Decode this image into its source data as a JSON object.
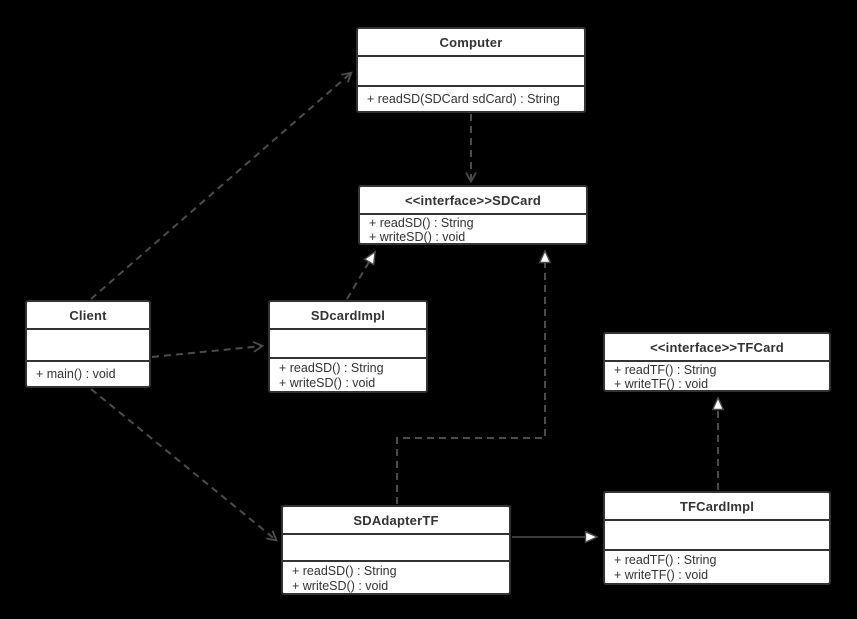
{
  "canvas": {
    "background": "#000000"
  },
  "colors": {
    "node_fill": "#ffffff",
    "node_border": "#333333",
    "text": "#333333",
    "connector": "#4b4b4b",
    "solid_connector": "#3c3c3c",
    "arrowhead_fill": "#ffffff"
  },
  "nodes": {
    "computer": {
      "title": "Computer",
      "methods": [
        "+ readSD(SDCard sdCard) : String"
      ]
    },
    "sdcard": {
      "title": "<<interface>>SDCard",
      "methods": [
        "+ readSD() : String",
        "+ writeSD() : void"
      ]
    },
    "client": {
      "title": "Client",
      "methods": [
        "+ main() : void"
      ]
    },
    "sdcardimpl": {
      "title": "SDcardImpl",
      "methods": [
        "+ readSD() : String",
        "+ writeSD() : void"
      ]
    },
    "tfcard": {
      "title": "<<interface>>TFCard",
      "methods": [
        "+ readTF() : String",
        "+ writeTF() : void"
      ]
    },
    "sdadaptertf": {
      "title": "SDAdapterTF",
      "methods": [
        "+ readSD() : String",
        "+ writeSD() : void"
      ]
    },
    "tfcardimpl": {
      "title": "TFCardImpl",
      "methods": [
        "+ readTF() : String",
        "+ writeTF() : void"
      ]
    }
  },
  "relationships": [
    {
      "from": "Client",
      "to": "Computer",
      "type": "dependency",
      "line": "dashed",
      "arrow": "open"
    },
    {
      "from": "Computer",
      "to": "SDCard",
      "type": "dependency",
      "line": "dashed",
      "arrow": "open"
    },
    {
      "from": "Client",
      "to": "SDcardImpl",
      "type": "dependency",
      "line": "dashed",
      "arrow": "open"
    },
    {
      "from": "Client",
      "to": "SDAdapterTF",
      "type": "dependency",
      "line": "dashed",
      "arrow": "open"
    },
    {
      "from": "SDcardImpl",
      "to": "SDCard",
      "type": "realization",
      "line": "dashed",
      "arrow": "hollow-triangle"
    },
    {
      "from": "SDAdapterTF",
      "to": "SDCard",
      "type": "realization",
      "line": "dashed",
      "arrow": "hollow-triangle"
    },
    {
      "from": "TFCardImpl",
      "to": "TFCard",
      "type": "realization",
      "line": "dashed",
      "arrow": "hollow-triangle"
    },
    {
      "from": "SDAdapterTF",
      "to": "TFCardImpl",
      "type": "generalization",
      "line": "solid",
      "arrow": "hollow-triangle"
    }
  ]
}
